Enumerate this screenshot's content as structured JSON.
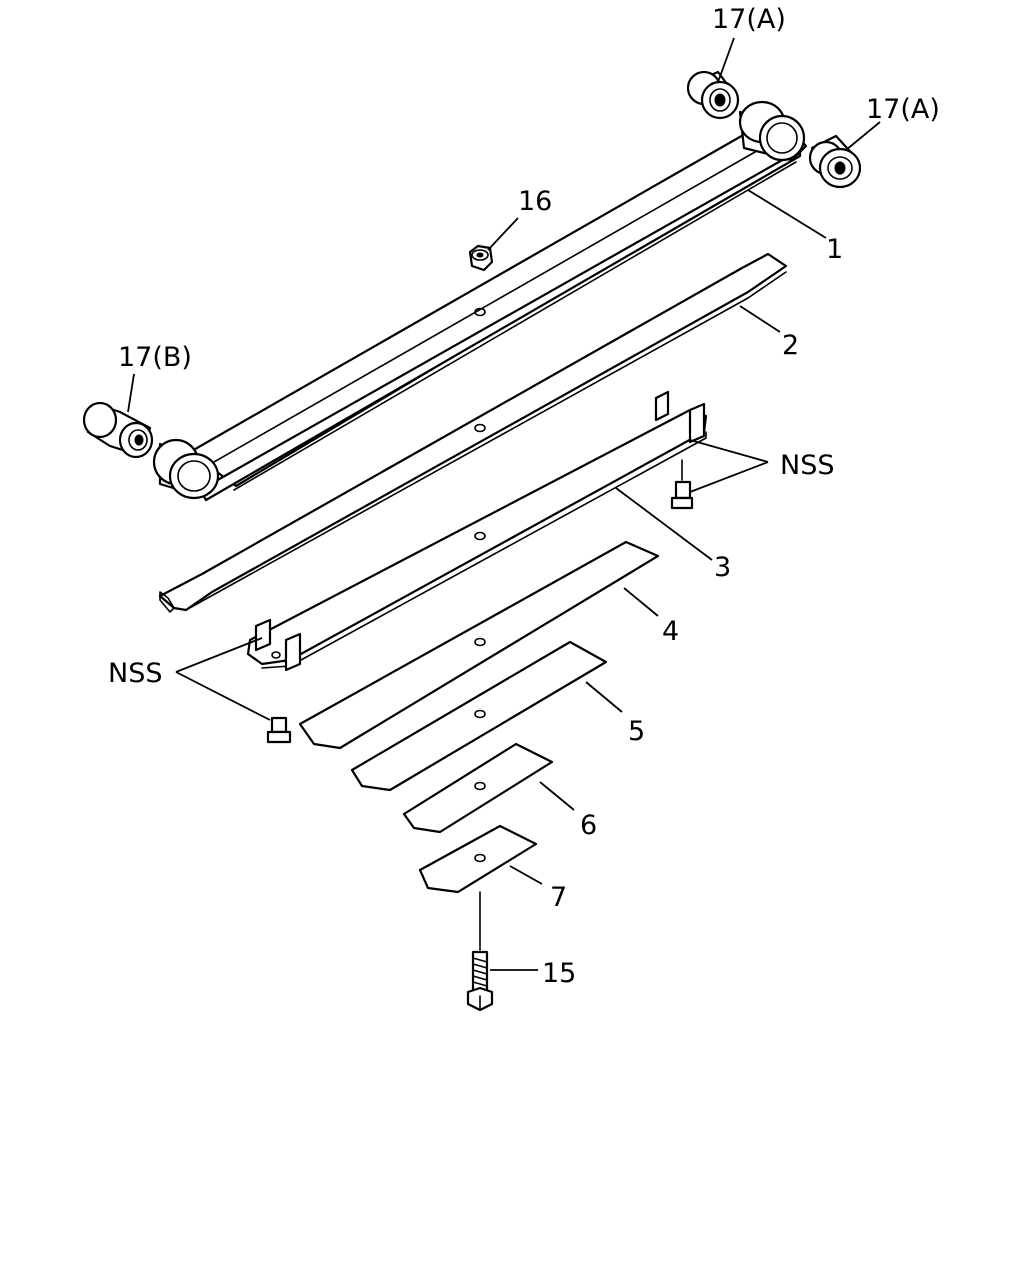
{
  "labels": {
    "part_1": "1",
    "part_2": "2",
    "part_3": "3",
    "part_4": "4",
    "part_5": "5",
    "part_6": "6",
    "part_7": "7",
    "part_15": "15",
    "part_16": "16",
    "bushing_a_top": "17(A)",
    "bushing_a_right": "17(A)",
    "bushing_b": "17(B)",
    "nss_right": "NSS",
    "nss_left": "NSS"
  }
}
